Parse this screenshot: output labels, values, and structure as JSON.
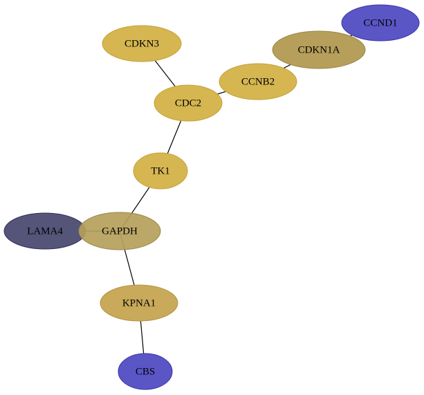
{
  "graph": {
    "nodes": [
      {
        "id": "CCND1",
        "label": "CCND1",
        "fill": "#5a56c6",
        "stroke": "#3a36a8"
      },
      {
        "id": "CDKN1A",
        "label": "CDKN1A",
        "fill": "#b59f5a",
        "stroke": "#9c8646"
      },
      {
        "id": "CDKN3",
        "label": "CDKN3",
        "fill": "#d6b651",
        "stroke": "#c4a23a"
      },
      {
        "id": "CCNB2",
        "label": "CCNB2",
        "fill": "#d6b651",
        "stroke": "#c4a23a"
      },
      {
        "id": "CDC2",
        "label": "CDC2",
        "fill": "#d6b651",
        "stroke": "#c4a23a"
      },
      {
        "id": "TK1",
        "label": "TK1",
        "fill": "#d6b651",
        "stroke": "#c4a23a"
      },
      {
        "id": "LAMA4",
        "label": "LAMA4",
        "fill": "#55557a",
        "stroke": "#2f2f55"
      },
      {
        "id": "GAPDH",
        "label": "GAPDH",
        "fill": "#b59f5a",
        "stroke": "#9c8646"
      },
      {
        "id": "KPNA1",
        "label": "KPNA1",
        "fill": "#c9a95a",
        "stroke": "#b39342"
      },
      {
        "id": "CBS",
        "label": "CBS",
        "fill": "#5a56c6",
        "stroke": "#3a36a8"
      }
    ],
    "edges": [
      {
        "from": "CCND1",
        "to": "CDKN1A"
      },
      {
        "from": "CDKN1A",
        "to": "CCNB2"
      },
      {
        "from": "CCNB2",
        "to": "CDC2"
      },
      {
        "from": "CDKN3",
        "to": "CDC2"
      },
      {
        "from": "CDC2",
        "to": "TK1"
      },
      {
        "from": "TK1",
        "to": "GAPDH"
      },
      {
        "from": "LAMA4",
        "to": "GAPDH"
      },
      {
        "from": "GAPDH",
        "to": "KPNA1"
      },
      {
        "from": "KPNA1",
        "to": "CBS"
      }
    ]
  }
}
